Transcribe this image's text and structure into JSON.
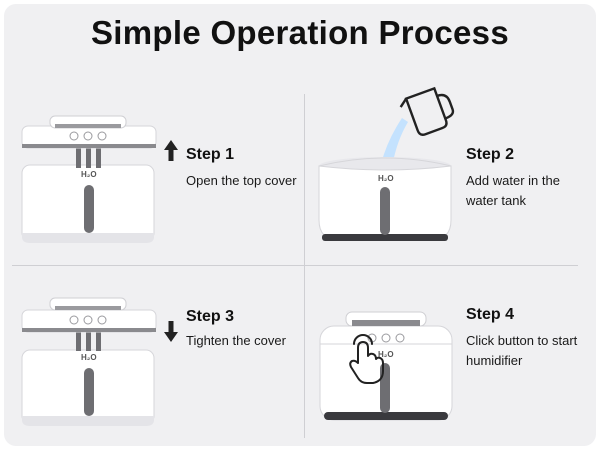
{
  "title": "Simple Operation Process",
  "steps": [
    {
      "title": "Step 1",
      "desc": "Open the top cover",
      "arrow": "arrow-up-icon"
    },
    {
      "title": "Step 2",
      "desc": "Add water in the water tank",
      "icon": "pitcher-icon"
    },
    {
      "title": "Step 3",
      "desc": "Tighten the cover",
      "arrow": "arrow-down-icon"
    },
    {
      "title": "Step 4",
      "desc": "Click button to start humidifier",
      "icon": "hand-tap-icon"
    }
  ],
  "device_label": "H₂O",
  "colors": {
    "panel": "#f0f0f2",
    "body": "#ffffff",
    "outline": "#d6d6da",
    "accent": "#6e6e72",
    "water": "#bfe0ff"
  }
}
